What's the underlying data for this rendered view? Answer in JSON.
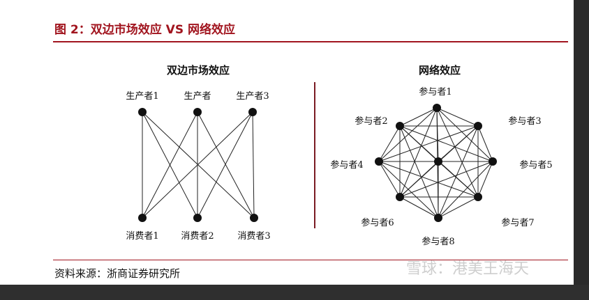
{
  "figure": {
    "title": "图 2：双边市场效应 VS 网络效应",
    "source": "资料来源：浙商证券研究所",
    "watermark": "雪球：港美王海天"
  },
  "colors": {
    "accent": "#a1141e",
    "divider": "#7a1a22",
    "ink": "#111111",
    "paper": "#ffffff"
  },
  "two_sided": {
    "heading": "双边市场效应",
    "producers": [
      "生产者1",
      "生产者",
      "生产者3"
    ],
    "consumers": [
      "消费者1",
      "消费者2",
      "消费者3"
    ],
    "links": [
      [
        0,
        0
      ],
      [
        0,
        1
      ],
      [
        0,
        2
      ],
      [
        1,
        0
      ],
      [
        1,
        1
      ],
      [
        1,
        2
      ],
      [
        2,
        0
      ],
      [
        2,
        1
      ],
      [
        2,
        2
      ]
    ]
  },
  "network": {
    "heading": "网络效应",
    "participants": [
      "参与者1",
      "参与者2",
      "参与者3",
      "参与者4",
      "参与者5",
      "参与者6",
      "参与者7",
      "参与者8"
    ],
    "has_center_node": true,
    "fully_connected": true
  }
}
